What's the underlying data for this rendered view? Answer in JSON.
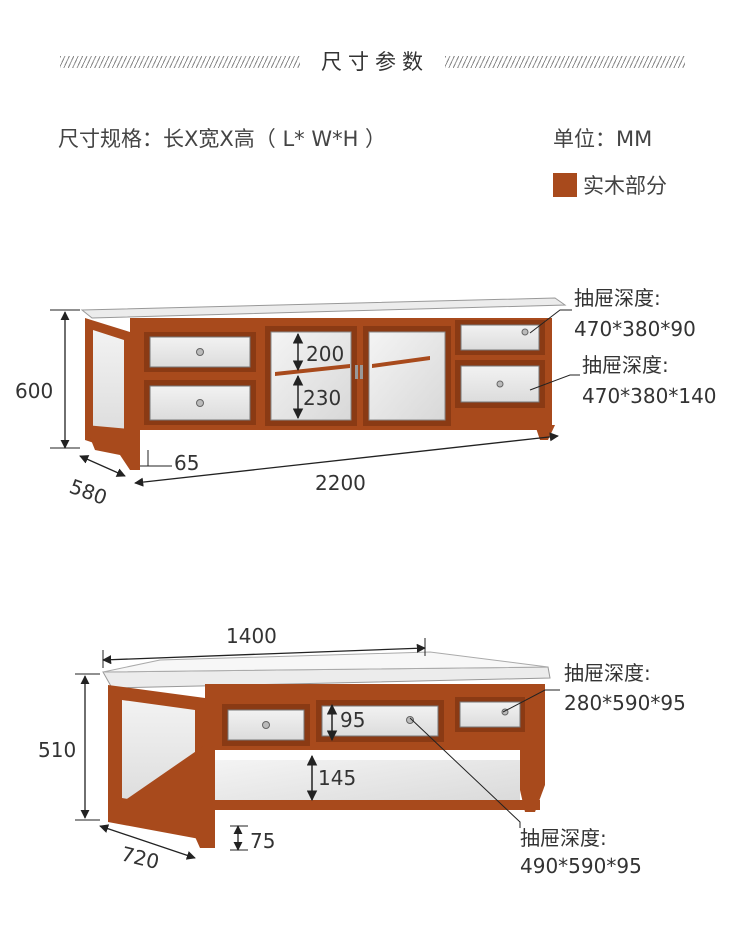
{
  "header": {
    "title": "尺寸参数"
  },
  "spec_text": "尺寸规格：长X宽X高（ L* W*H ）",
  "unit_text": "单位：MM",
  "legend": {
    "label": "实木部分",
    "color": "#a84a1c"
  },
  "tv_cabinet": {
    "height": "600",
    "depth": "580",
    "length": "2200",
    "leg_height": "65",
    "shelf_upper": "200",
    "shelf_lower": "230",
    "drawer_top_title": "抽屉深度:",
    "drawer_top_size": "470*380*90",
    "drawer_bottom_title": "抽屉深度:",
    "drawer_bottom_size": "470*380*140"
  },
  "coffee_table": {
    "length": "1400",
    "height": "510",
    "depth": "720",
    "leg_height": "75",
    "drawer_height": "95",
    "shelf_height": "145",
    "drawer_side_title": "抽屉深度:",
    "drawer_side_size": "280*590*95",
    "drawer_center_title": "抽屉深度:",
    "drawer_center_size": "490*590*95"
  }
}
